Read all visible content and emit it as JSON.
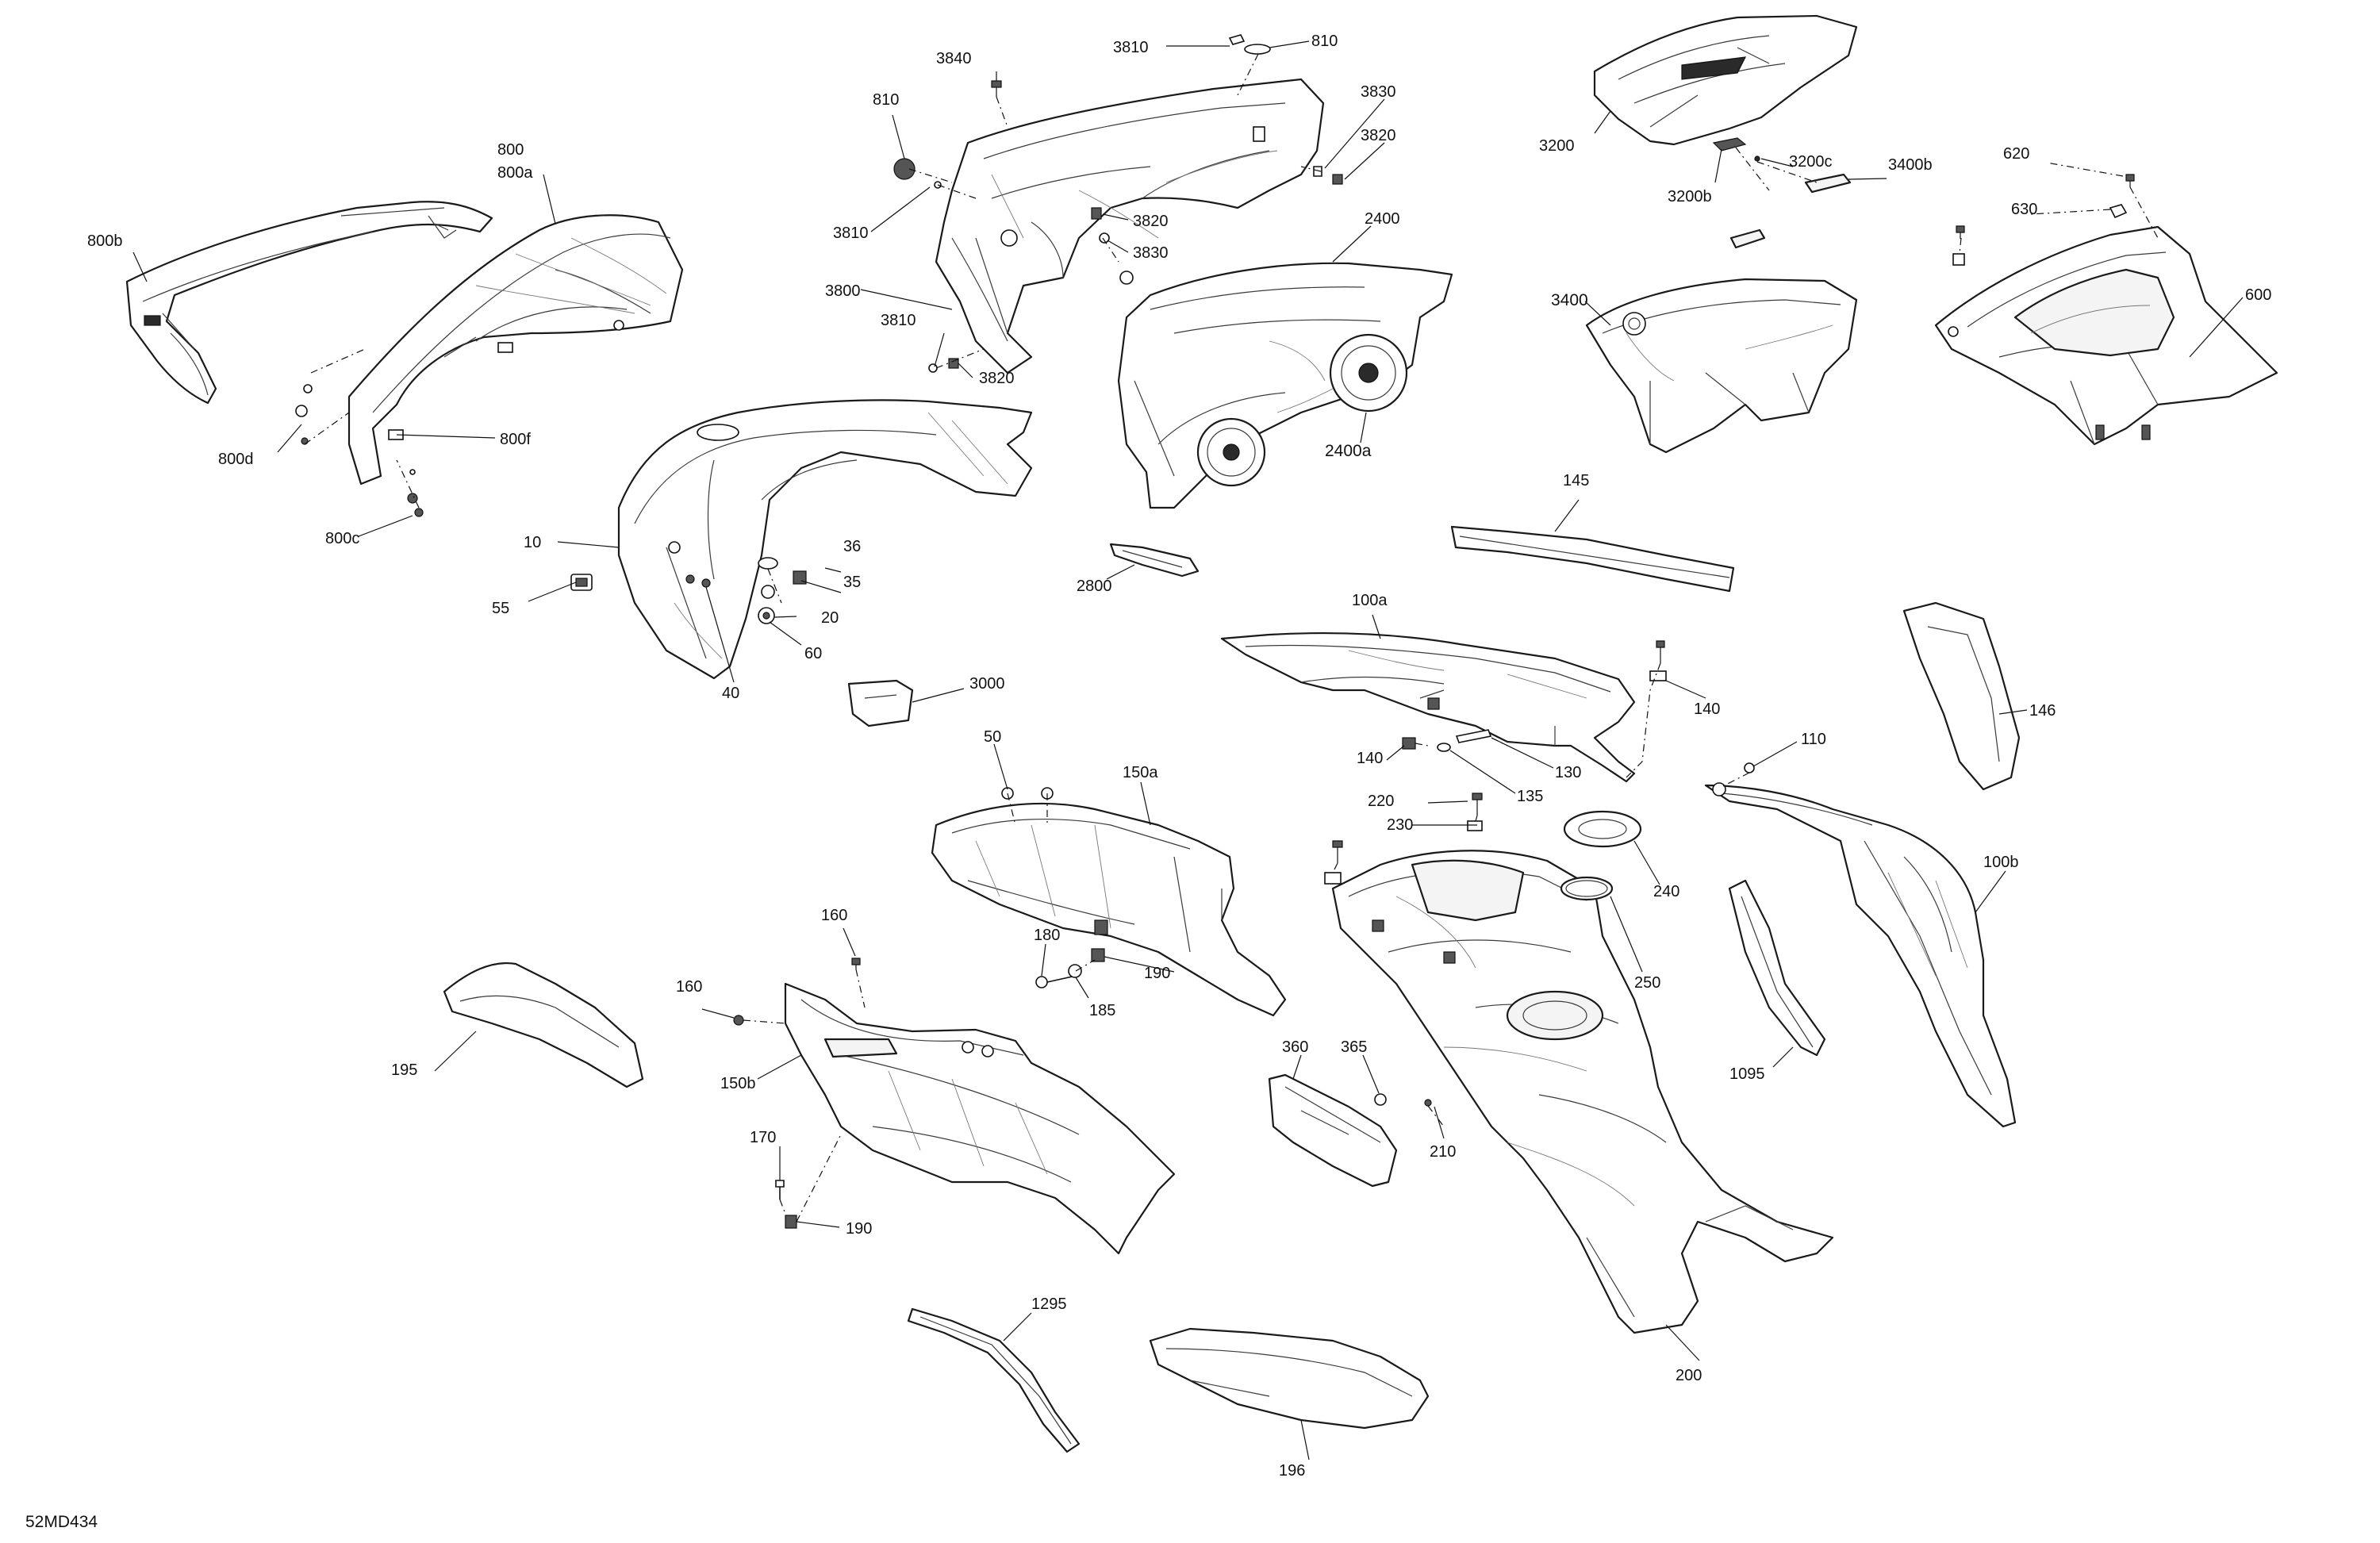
{
  "drawing": {
    "reference_code": "52MD434",
    "ink_color": "#1a1a1a",
    "background_color": "#ffffff"
  },
  "labels": {
    "l800": "800",
    "l800a": "800a",
    "l800b": "800b",
    "l800d": "800d",
    "l800f": "800f",
    "l800c": "800c",
    "l3840": "3840",
    "l3810_top": "3810",
    "l810_top": "810",
    "l810_left": "810",
    "l3830_top": "3830",
    "l3820_top": "3820",
    "l3810_mid": "3810",
    "l3820_mid": "3820",
    "l3830_mid": "3830",
    "l3800": "3800",
    "l3810_low": "3810",
    "l3820_low": "3820",
    "l2400": "2400",
    "l2400a": "2400a",
    "l3200": "3200",
    "l3200b": "3200b",
    "l3200c": "3200c",
    "l3400b": "3400b",
    "l3400": "3400",
    "l620": "620",
    "l630": "630",
    "l600": "600",
    "l10": "10",
    "l36": "36",
    "l35": "35",
    "l55": "55",
    "l20": "20",
    "l60": "60",
    "l40": "40",
    "l2800": "2800",
    "l145": "145",
    "l100a": "100a",
    "l140_right": "140",
    "l140_left": "140",
    "l130": "130",
    "l135": "135",
    "l3000": "3000",
    "l146": "146",
    "l110": "110",
    "l50": "50",
    "l150a": "150a",
    "l220": "220",
    "l230": "230",
    "l240": "240",
    "l250": "250",
    "l100b": "100b",
    "l160_top": "160",
    "l160_left": "160",
    "l180": "180",
    "l190_mid": "190",
    "l185": "185",
    "l195": "195",
    "l150b": "150b",
    "l360": "360",
    "l365": "365",
    "l210": "210",
    "l1095": "1095",
    "l170": "170",
    "l190_low": "190",
    "l1295": "1295",
    "l196": "196",
    "l200": "200"
  }
}
